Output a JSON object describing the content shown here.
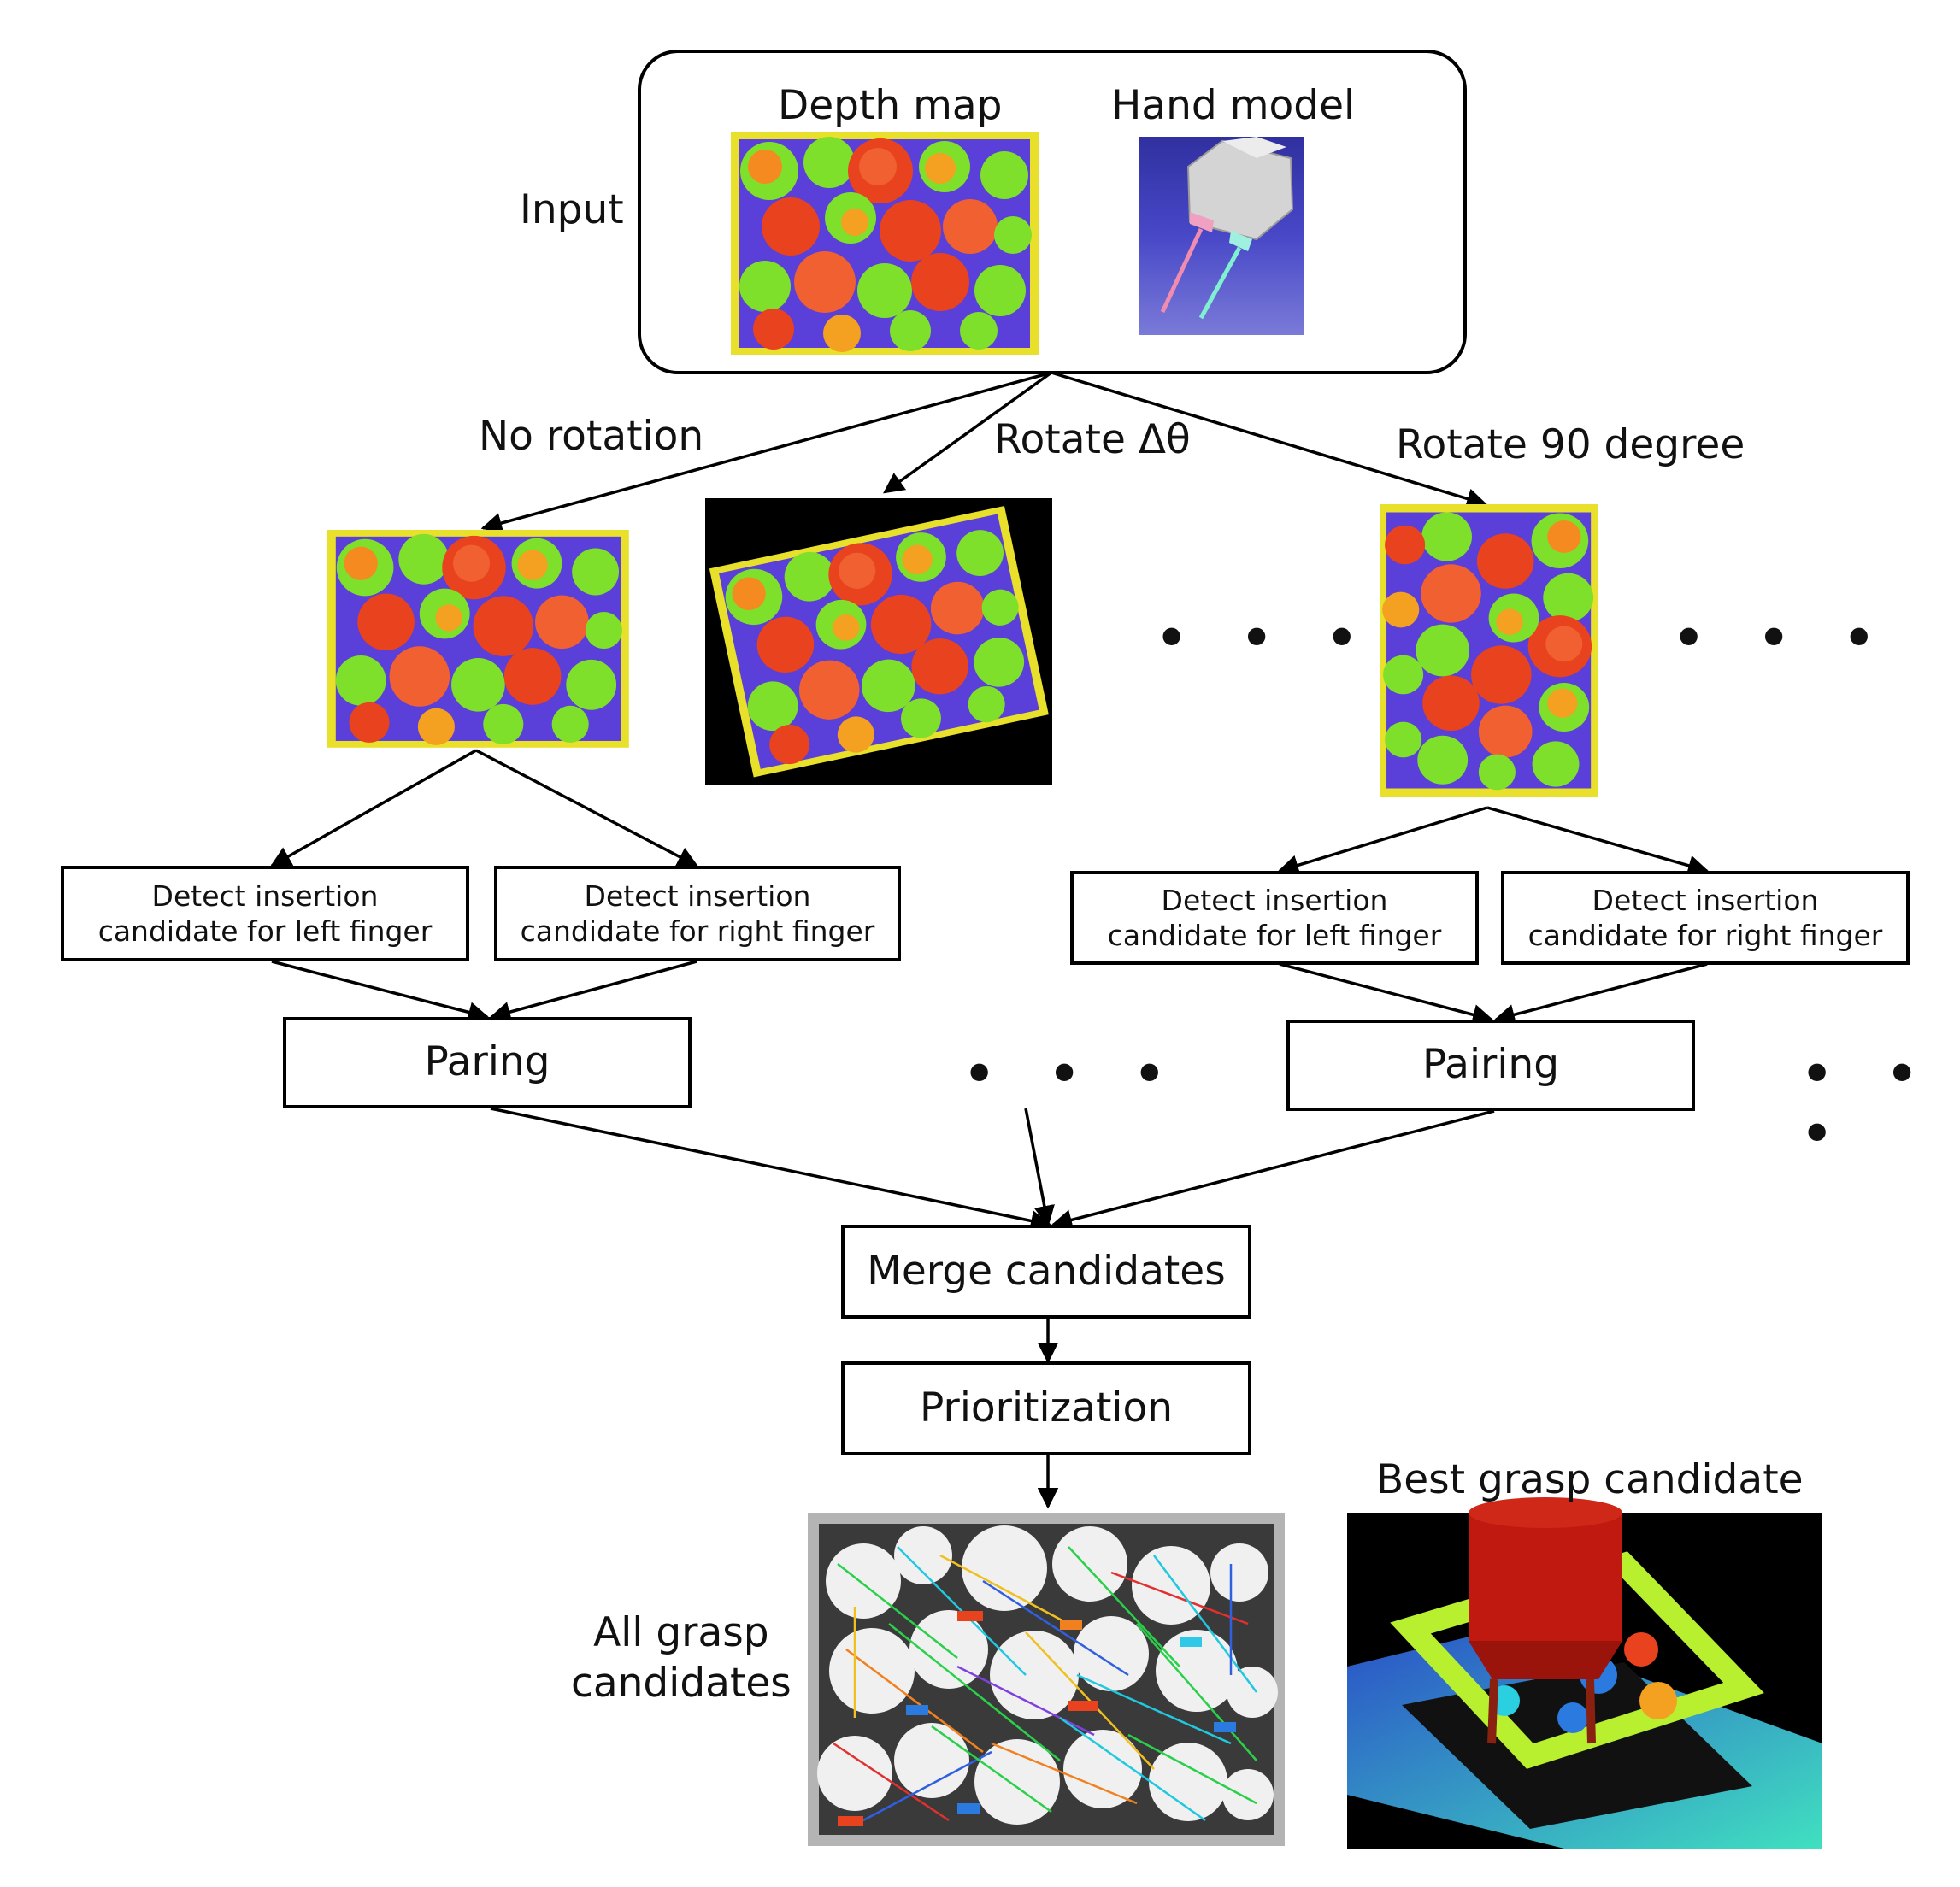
{
  "input": {
    "label": "Input",
    "depth_map_label": "Depth map",
    "hand_model_label": "Hand model"
  },
  "branches": {
    "no_rotation": "No rotation",
    "rotate_delta": "Rotate Δθ",
    "rotate_90": "Rotate 90 degree"
  },
  "detect": {
    "left": "Detect insertion\ncandidate for left finger",
    "right": "Detect insertion\ncandidate for right finger"
  },
  "pairing": {
    "left_label": "Paring",
    "right_label": "Pairing"
  },
  "ellipsis": "• • •",
  "merge_label": "Merge candidates",
  "prioritization_label": "Prioritization",
  "results": {
    "all_candidates_label": "All grasp\ncandidates",
    "best_candidate_label": "Best grasp candidate"
  },
  "colors": {
    "depth_bg": "#5a3fd8",
    "depth_frame": "#e8e02a",
    "blob_high": "#e8421e",
    "blob_mid": "#f4a020",
    "blob_low": "#7ee02a"
  }
}
